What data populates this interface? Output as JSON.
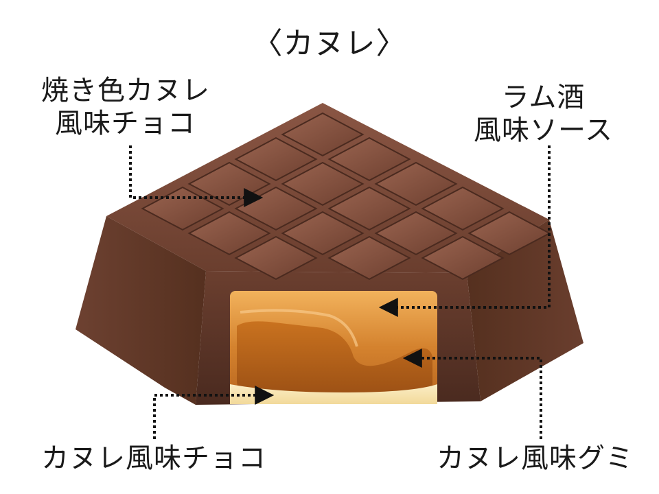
{
  "title": "〈カヌレ〉",
  "labels": {
    "top_left": [
      "焼き色カヌレ",
      "風味チョコ"
    ],
    "top_right": [
      "ラム酒",
      "風味ソース"
    ],
    "bottom_left": "カヌレ風味チョコ",
    "bottom_right": "カヌレ風味グミ"
  },
  "colors": {
    "chocolate": "#5e3628",
    "chocolate_light": "#7a4a38",
    "chocolate_dark": "#3f2219",
    "caramel": "#d98a3a",
    "cream": "#f7e6b8"
  }
}
